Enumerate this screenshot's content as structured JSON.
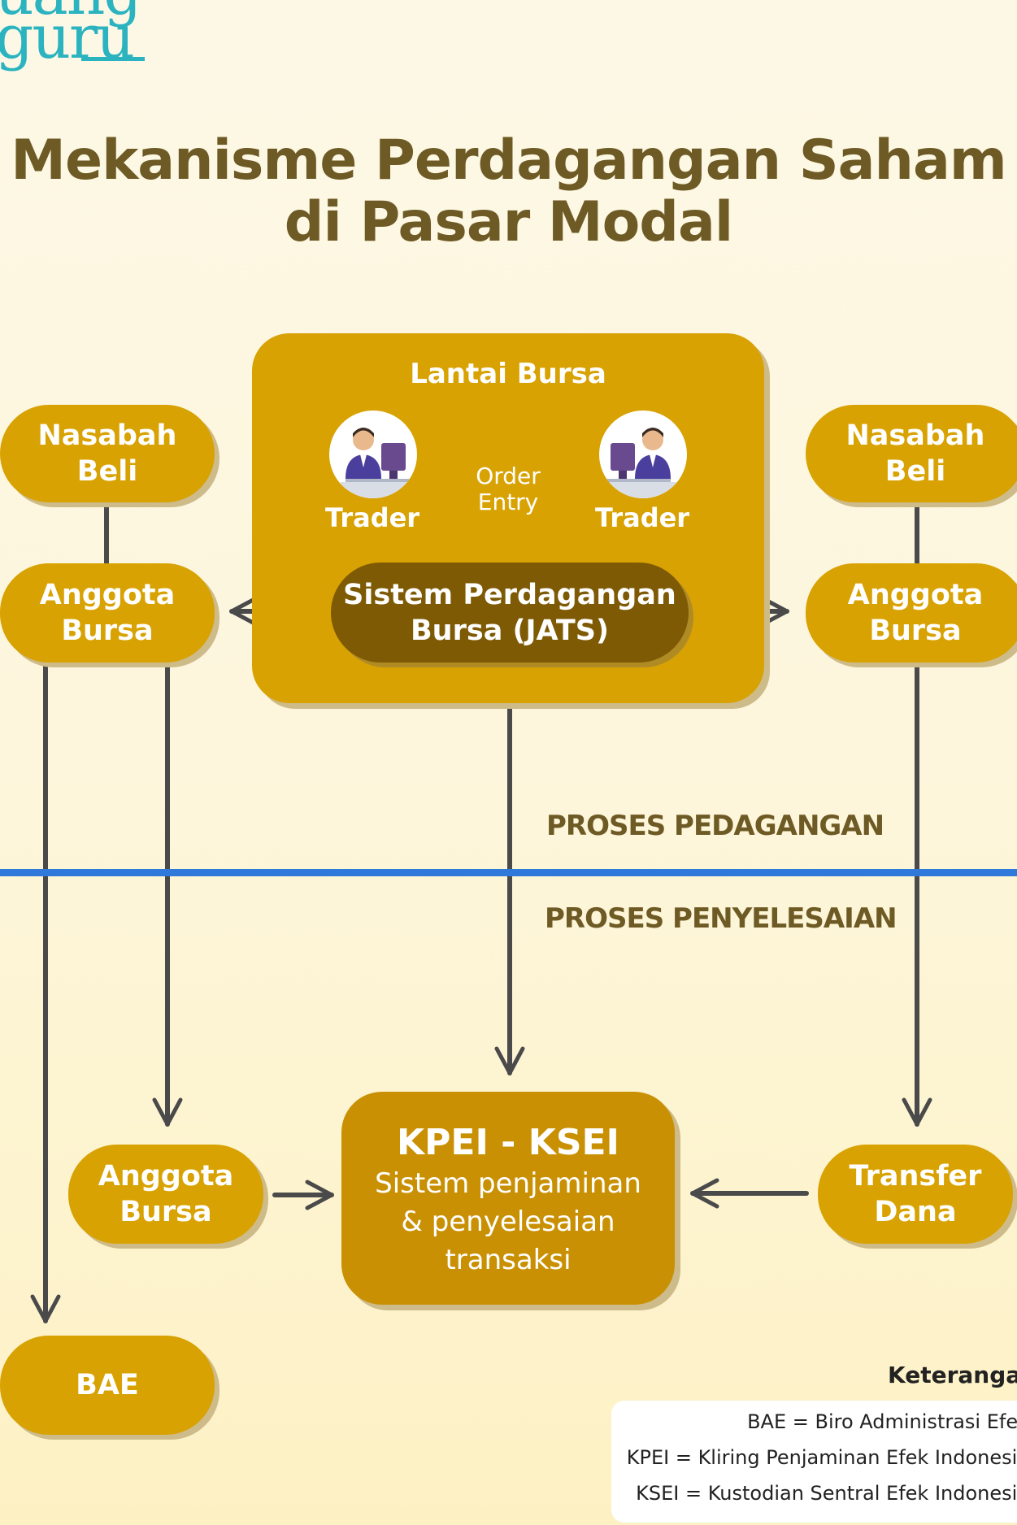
{
  "brand": {
    "line1": "uang",
    "line2": "guru"
  },
  "title": {
    "line1": "Mekanisme Perdagangan Saham",
    "line2": "di Pasar Modal"
  },
  "nodes": {
    "nasabah_left": {
      "line1": "Nasabah",
      "line2": "Beli"
    },
    "anggota_left": {
      "line1": "Anggota",
      "line2": "Bursa"
    },
    "nasabah_right": {
      "line1": "Nasabah",
      "line2": "Beli"
    },
    "anggota_right": {
      "line1": "Anggota",
      "line2": "Bursa"
    },
    "anggota_bottom": {
      "line1": "Anggota",
      "line2": "Bursa"
    },
    "transfer": {
      "line1": "Transfer",
      "line2": "Dana"
    },
    "bae": {
      "label": "BAE"
    }
  },
  "panel": {
    "title": "Lantai Bursa",
    "trader_left": "Trader",
    "trader_right": "Trader",
    "order_entry": {
      "line1": "Order",
      "line2": "Entry"
    },
    "jats": {
      "line1": "Sistem Perdagangan",
      "line2": "Bursa (JATS)"
    }
  },
  "sections": {
    "trading": "PROSES PEDAGANGAN",
    "settlement": "PROSES PENYELESAIAN"
  },
  "kpei": {
    "title": "KPEI - KSEI",
    "line1": "Sistem penjaminan",
    "line2": "& penyelesaian",
    "line3": "transaksi"
  },
  "legend": {
    "title": "Keterangan",
    "items": [
      "BAE = Biro Administrasi Efek",
      "KPEI = Kliring Penjaminan Efek Indonesia",
      "KSEI = Kustodian Sentral Efek Indonesia"
    ]
  },
  "colors": {
    "node": "#d8a203",
    "jats": "#7e5a05",
    "kpei": "#c99003",
    "title": "#6e5a24",
    "divider": "#2f79db",
    "brand": "#2bb3c0",
    "connector": "#4a4a4a"
  }
}
